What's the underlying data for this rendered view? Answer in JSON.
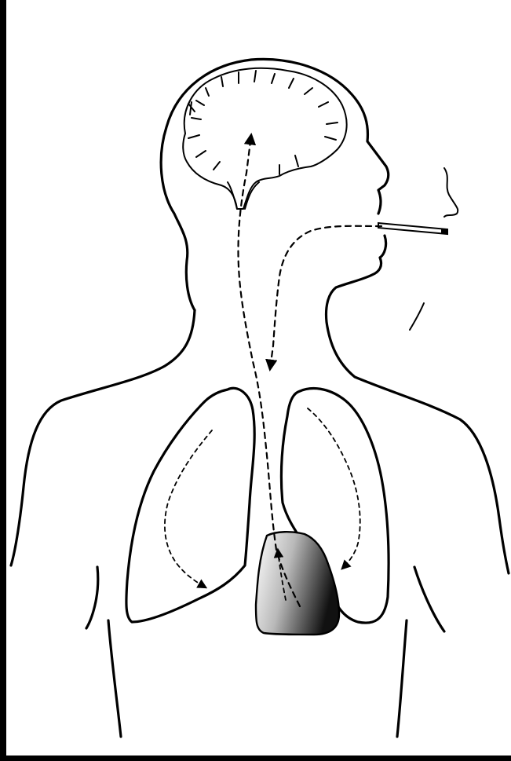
{
  "figure": {
    "subject": "smoke-pathway-diagram",
    "colors": {
      "background": "#ffffff",
      "frame": "#000000",
      "line": "#000000",
      "heart_shade_light": "#ffffff",
      "heart_shade_dark": "#111111"
    },
    "parts": [
      "head",
      "brain",
      "cigarette",
      "smoke",
      "torso",
      "left-lung",
      "right-lung",
      "heart",
      "circulation-path"
    ],
    "arrows": [
      {
        "from": "heart",
        "to": "brain"
      },
      {
        "from": "mouth",
        "to": "lungs"
      },
      {
        "from": "upper-left-lung",
        "to": "lower-left-lung"
      },
      {
        "from": "upper-right-lung",
        "to": "lower-right-lung"
      },
      {
        "from": "lungs",
        "to": "heart"
      }
    ]
  }
}
